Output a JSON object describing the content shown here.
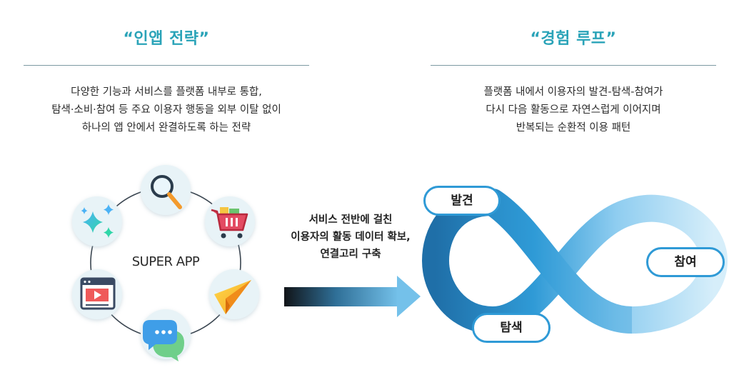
{
  "left": {
    "title": "“인앱 전략”",
    "desc_lines": [
      "다양한 기능과 서비스를 플랫폼 내부로 통합,",
      "탐색·소비·참여 등 주요 이용자 행동을 외부 이탈 없이",
      "하나의 앱 안에서 완결하도록 하는 전략"
    ],
    "hub_label": "SUPER APP",
    "icons": [
      "search-icon",
      "shopping-cart-icon",
      "paper-plane-icon",
      "chat-bubble-icon",
      "video-player-icon",
      "sparkle-icon"
    ]
  },
  "middle": {
    "lines": [
      "서비스 전반에 걸친",
      "이용자의 활동 데이터 확보,",
      "연결고리 구축"
    ]
  },
  "right": {
    "title": "“경험 루프”",
    "desc_lines": [
      "플랫폼 내에서 이용자의 발견-탐색-참여가",
      "다시 다음 활동으로 자연스럽게 이어지며",
      "반복되는 순환적 이용 패턴"
    ],
    "loop_labels": {
      "discover": "발견",
      "explore": "탐색",
      "engage": "참여"
    }
  },
  "colors": {
    "accent_teal": "#2aa3b8",
    "loop_blue": "#2f9ad6",
    "loop_dark": "#1f6fa8",
    "loop_light": "#cde9f8"
  }
}
